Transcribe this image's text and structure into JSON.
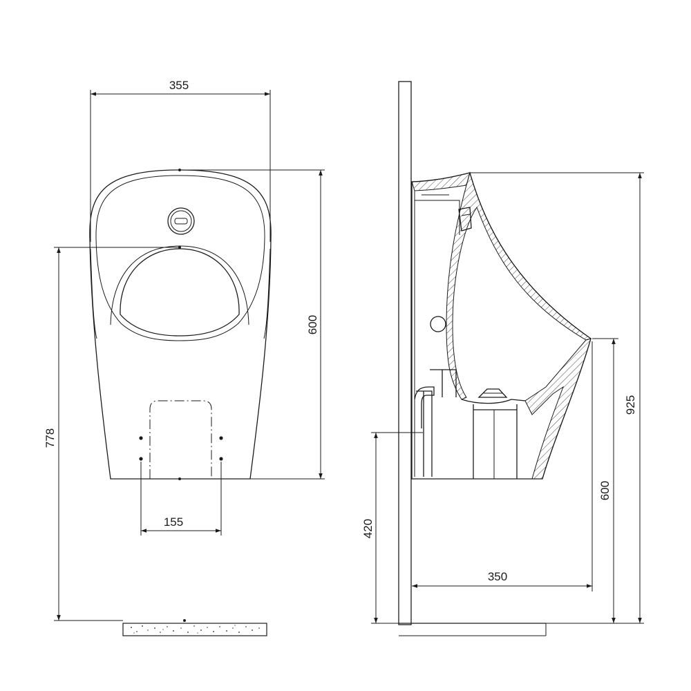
{
  "front_view": {
    "dims": {
      "width_total": "355",
      "height_body": "600",
      "height_rim_from_floor": "778",
      "mount_spacing": "155"
    }
  },
  "side_view": {
    "dims": {
      "height_total": "925",
      "height_lip": "600",
      "depth": "350",
      "inlet_height": "420"
    }
  },
  "colors": {
    "line": "#1a1a1a",
    "background": "#ffffff"
  }
}
